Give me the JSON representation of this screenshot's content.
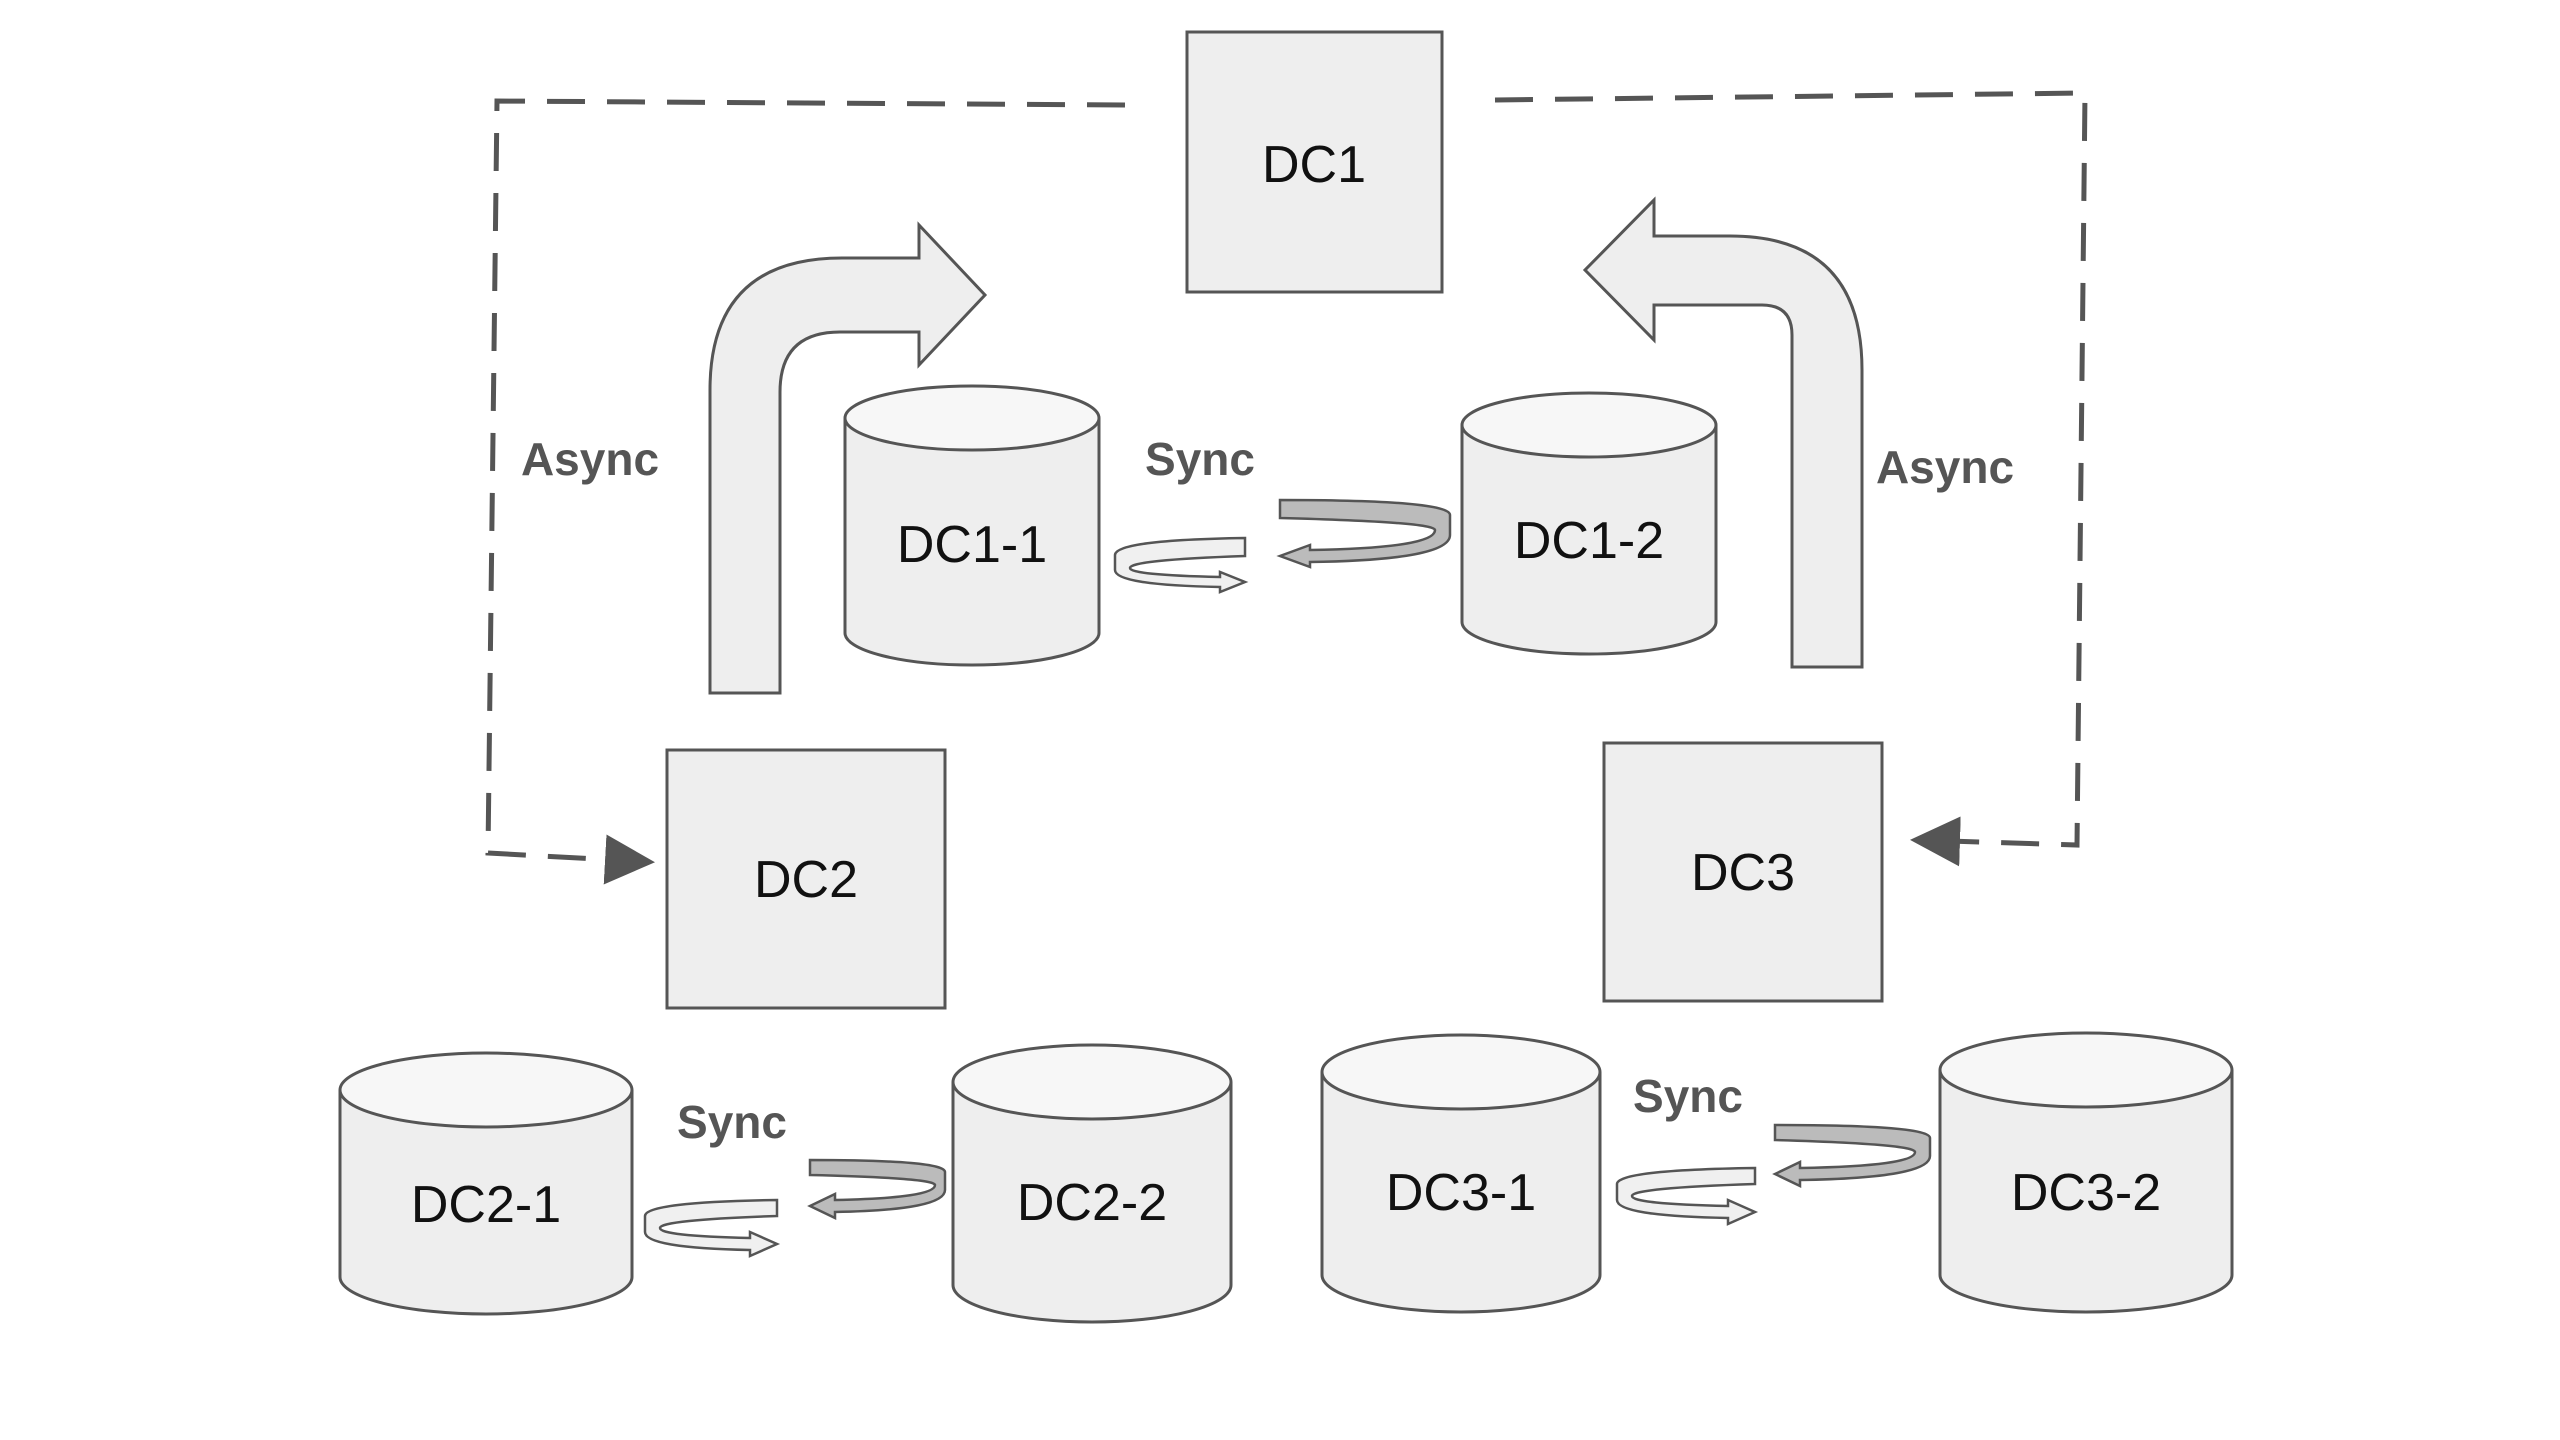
{
  "diagram": {
    "title": "",
    "colors": {
      "shape_fill": "#eeeeee",
      "shape_top": "#f7f7f7",
      "shape_stroke": "#555555",
      "link_label": "#555555",
      "dashed_line": "#555555",
      "sync_band_dark": "#bbbbbb"
    },
    "nodes": {
      "dc1": "DC1",
      "dc2": "DC2",
      "dc3": "DC3",
      "dc1_1": "DC1-1",
      "dc1_2": "DC1-2",
      "dc2_1": "DC2-1",
      "dc2_2": "DC2-2",
      "dc3_1": "DC3-1",
      "dc3_2": "DC3-2"
    },
    "links": {
      "async_left": "Async",
      "async_right": "Async",
      "sync_dc1": "Sync",
      "sync_dc2": "Sync",
      "sync_dc3": "Sync"
    }
  }
}
